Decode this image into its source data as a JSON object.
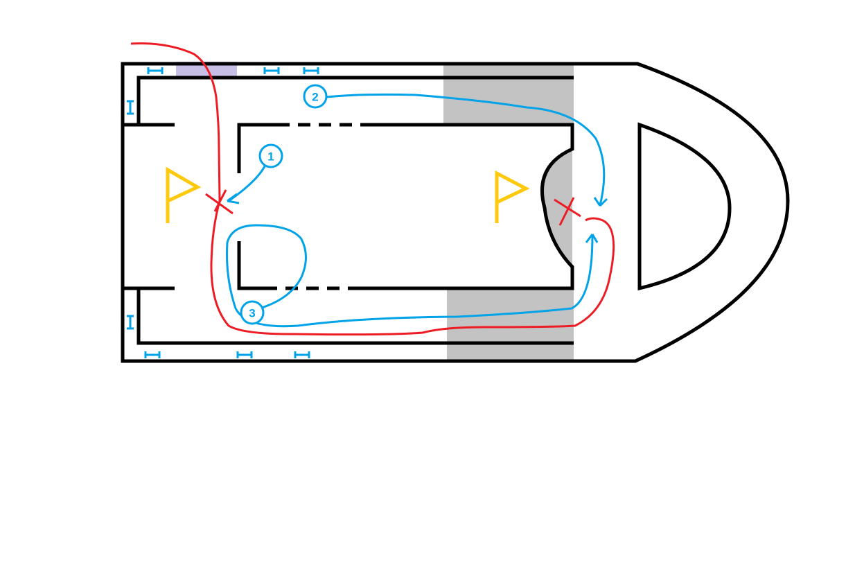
{
  "markers": {
    "step_1": "1",
    "step_2": "2",
    "step_3": "3"
  },
  "colors": {
    "walls": "#000000",
    "route_blue": "#00a2e8",
    "route_red": "#ed1c24",
    "flag": "#ffc90e",
    "shaded_zone": "#c3c3c3",
    "entry_zone": "#c8bfe7"
  }
}
